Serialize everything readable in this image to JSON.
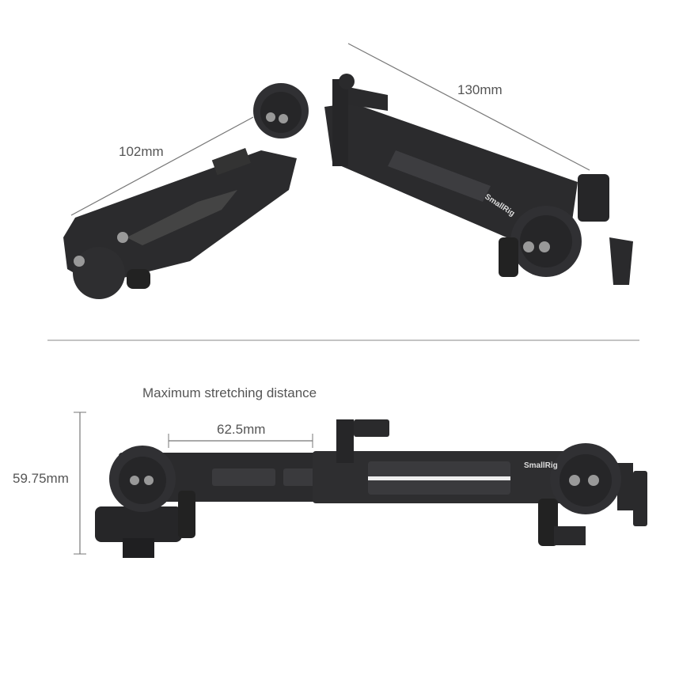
{
  "top_view": {
    "dimension_short": "102mm",
    "dimension_long": "130mm",
    "brand_logo": "SmallRig"
  },
  "bottom_view": {
    "caption": "Maximum stretching distance",
    "dimension_stretch": "62.5mm",
    "dimension_height": "59.75mm",
    "brand_logo": "SmallRig"
  },
  "colors": {
    "metal": "#2b2b2d",
    "metal_highlight": "#4a4a4e",
    "dimension_line": "#777777",
    "text": "#555555"
  }
}
